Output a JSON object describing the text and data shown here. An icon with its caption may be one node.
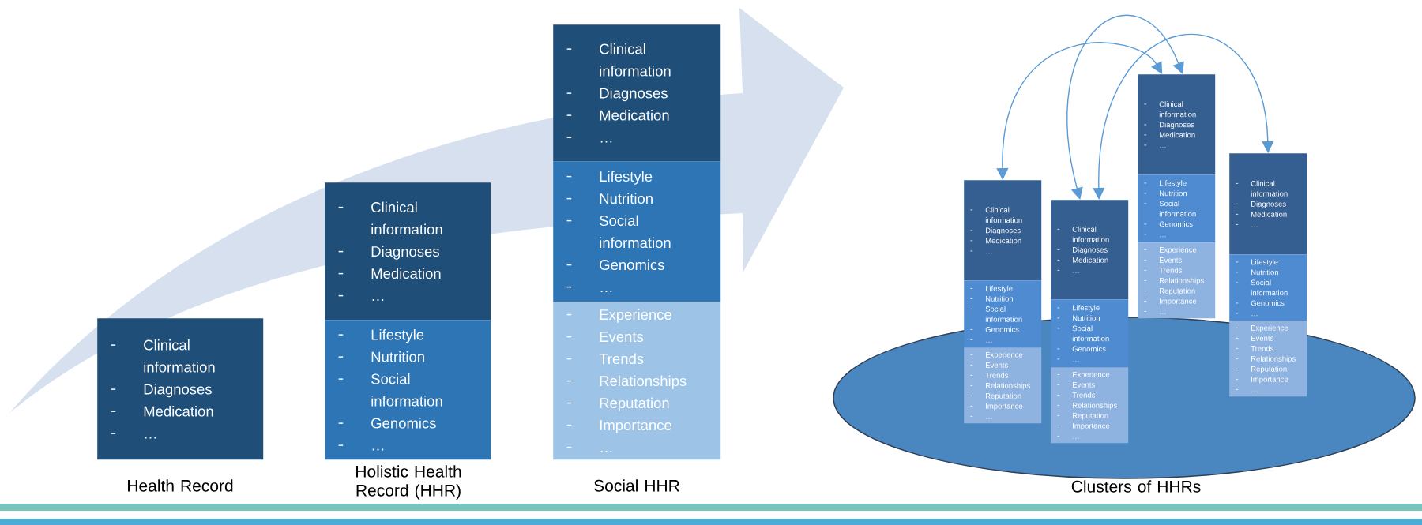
{
  "diagram": {
    "nodes": [
      {
        "text": [
          "Clinical information",
          "Diagnoses",
          "Medication",
          "…"
        ],
        "beside": [
          "Health Record"
        ]
      },
      {
        "text": [
          "Clinical information",
          "Diagnoses",
          "Medication",
          "…"
        ]
      },
      {
        "text": [
          "Lifestyle",
          "Nutrition",
          "Social information",
          "Genomics",
          "…"
        ],
        "beside": [
          "Holistic Health Record (HHR)"
        ]
      },
      {
        "text": [
          "Clinical information",
          "Diagnoses",
          "Medication",
          "…"
        ]
      },
      {
        "text": [
          "Lifestyle",
          "Nutrition",
          "Social information",
          "Genomics",
          "…"
        ]
      },
      {
        "text": [
          "Experience",
          "Events",
          "Trends",
          "Relationships",
          "Reputation",
          "Importance",
          "…"
        ],
        "beside": [
          "Social HHR"
        ]
      },
      {
        "text": [
          "Clinical information",
          "Diagnoses",
          "Medication",
          "…"
        ]
      },
      {
        "text": [
          "Lifestyle",
          "Nutrition",
          "Social information",
          "Genomics",
          "…"
        ]
      },
      {
        "text": [
          "Experience",
          "Events",
          "Trends",
          "Relationships",
          "Reputation",
          "Importance",
          "…"
        ]
      },
      {
        "text": [
          "Clinical information",
          "Diagnoses",
          "Medication",
          "…"
        ]
      },
      {
        "text": [
          "Lifestyle",
          "Nutrition",
          "Social information",
          "Genomics",
          "…"
        ]
      },
      {
        "text": [
          "Experience",
          "Events",
          "Trends",
          "Relationships",
          "Reputation",
          "Importance",
          "…"
        ]
      },
      {
        "text": [
          "Clinical information",
          "Diagnoses",
          "Medication",
          "…"
        ]
      },
      {
        "text": [
          "Lifestyle",
          "Nutrition",
          "Social information",
          "Genomics",
          "…"
        ]
      },
      {
        "text": [
          "Experience",
          "Events",
          "Trends",
          "Relationships",
          "Reputation",
          "Importance",
          "…"
        ]
      },
      {
        "text": [
          "Clinical information",
          "Diagnoses",
          "Medication",
          "…"
        ]
      },
      {
        "text": [
          "Lifestyle",
          "Nutrition",
          "Social information",
          "Genomics",
          "…"
        ]
      },
      {
        "text": [
          "Experience",
          "Events",
          "Trends",
          "Relationships",
          "Reputation",
          "Importance",
          "…"
        ]
      }
    ],
    "edges": [
      {
        "from": 6,
        "to": 12,
        "arrow": "both"
      },
      {
        "from": 9,
        "to": 12,
        "arrow": "both"
      },
      {
        "from": 9,
        "to": 15,
        "arrow": "both"
      }
    ],
    "labels": [
      "Clusters of HHRs"
    ]
  }
}
